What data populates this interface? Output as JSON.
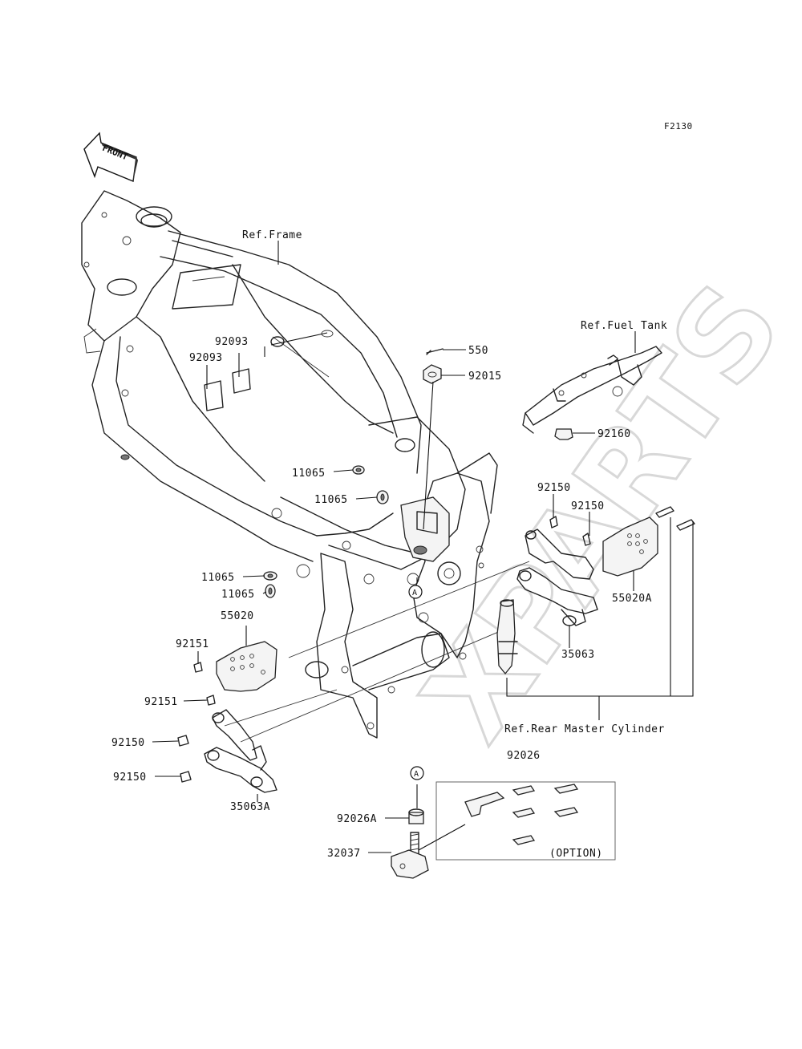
{
  "figure_code": "F2130",
  "front_arrow": {
    "label": "FRONT"
  },
  "watermark": "XPARTS",
  "refs": {
    "frame": "Ref.Frame",
    "fuel_tank": "Ref.Fuel Tank",
    "rear_master_cylinder": "Ref.Rear Master Cylinder"
  },
  "labels": {
    "p92093_a": "92093",
    "p92093_b": "92093",
    "p550": "550",
    "p92015": "92015",
    "p92160": "92160",
    "p11065_a": "11065",
    "p11065_b": "11065",
    "p11065_c": "11065",
    "p11065_d": "11065",
    "p92150_a": "92150",
    "p92150_b": "92150",
    "p55020A": "55020A",
    "p35063": "35063",
    "p55020": "55020",
    "p92151_a": "92151",
    "p92151_b": "92151",
    "p92150_c": "92150",
    "p92150_d": "92150",
    "p35063A": "35063A",
    "p92026": "92026",
    "p92026A": "92026A",
    "p32037": "32037",
    "option": "(OPTION)",
    "ref_a_top": "A",
    "ref_a_bottom": "A"
  }
}
